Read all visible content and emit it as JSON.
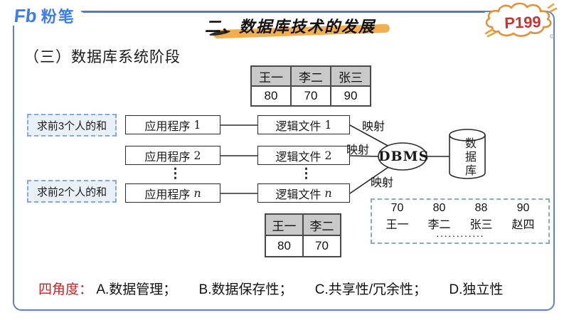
{
  "header": {
    "logo_mark": "Fb",
    "logo_text": "粉笔",
    "title": "二、数据库技术的发展",
    "page_badge": "P199"
  },
  "section": {
    "heading": "（三）数据库系统阶段"
  },
  "top_table": {
    "headers": [
      "王一",
      "李二",
      "张三"
    ],
    "values": [
      "80",
      "70",
      "90"
    ]
  },
  "diagram": {
    "tasks": [
      "求前3个人的和",
      "求前2个人的和"
    ],
    "apps": [
      {
        "name": "应用程序",
        "num": "1"
      },
      {
        "name": "应用程序",
        "num": "2"
      },
      {
        "name": "应用程序",
        "num": "n"
      }
    ],
    "files": [
      {
        "name": "逻辑文件",
        "num": "1"
      },
      {
        "name": "逻辑文件",
        "num": "2"
      },
      {
        "name": "逻辑文件",
        "num": "n"
      }
    ],
    "vdots": "⋮",
    "mappings": [
      "映射",
      "映射",
      "映射"
    ],
    "dbms": "DBMS",
    "database": "数据库",
    "records": {
      "scores": [
        "70",
        "80",
        "88",
        "90"
      ],
      "names": [
        "王一",
        "李二",
        "张三",
        "赵四"
      ],
      "more": "············"
    }
  },
  "bottom_table": {
    "headers": [
      "王一",
      "李二"
    ],
    "values": [
      "80",
      "70"
    ]
  },
  "angles": {
    "label": "四角度",
    "colon": "：",
    "items": [
      "A.数据管理；",
      "B.数据保存性；",
      "C.共享性/冗余性；",
      "D.独立性"
    ]
  },
  "colors": {
    "accent_blue": "#3b7cf0",
    "header_line_blue": "#4a7ae0",
    "border_blue": "#5d81cb",
    "badge_red": "#d03030",
    "badge_outline": "#e8953a",
    "highlight_orange": "#f0a030",
    "table_header_gray": "#c9c9c9",
    "dashed_border_blue": "#84a9dc",
    "angle_label_red": "#cc2222"
  }
}
